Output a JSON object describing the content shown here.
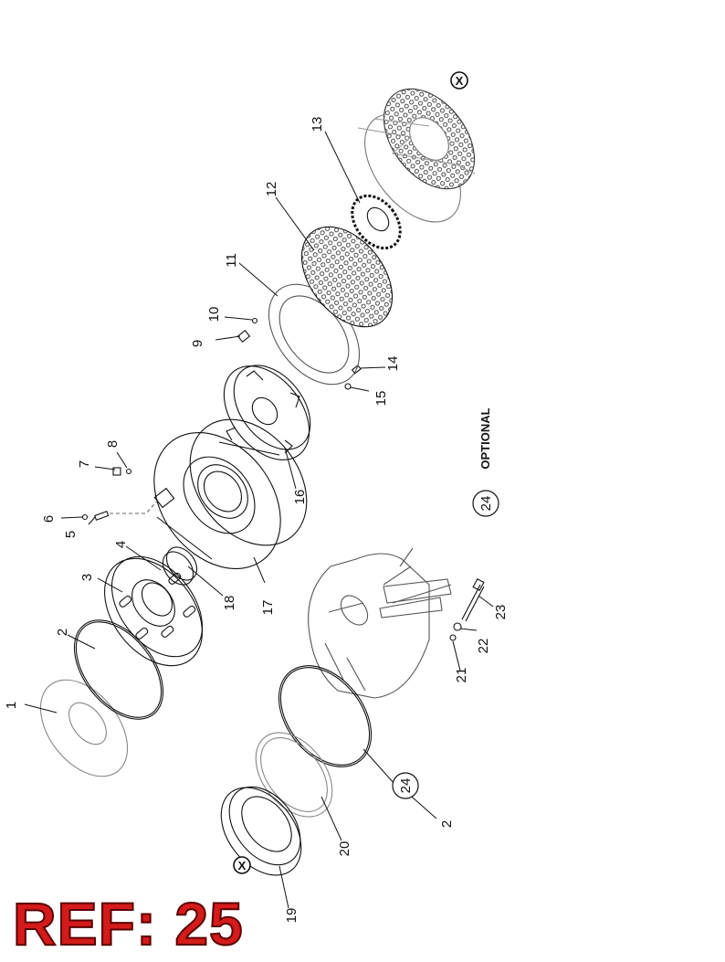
{
  "diagram": {
    "part_labels": [
      "1",
      "2",
      "3",
      "4",
      "5",
      "6",
      "7",
      "8",
      "9",
      "10",
      "11",
      "12",
      "13",
      "14",
      "15",
      "16",
      "17",
      "18",
      "19",
      "20",
      "2",
      "21",
      "22",
      "23"
    ],
    "circled_label": "24",
    "optional_text": "OPTIONAL",
    "mark_symbol": "X"
  },
  "footer": {
    "ref_text": "REF: 25"
  },
  "colors": {
    "ref_fill": "#d41a1a",
    "line": "#111111"
  }
}
